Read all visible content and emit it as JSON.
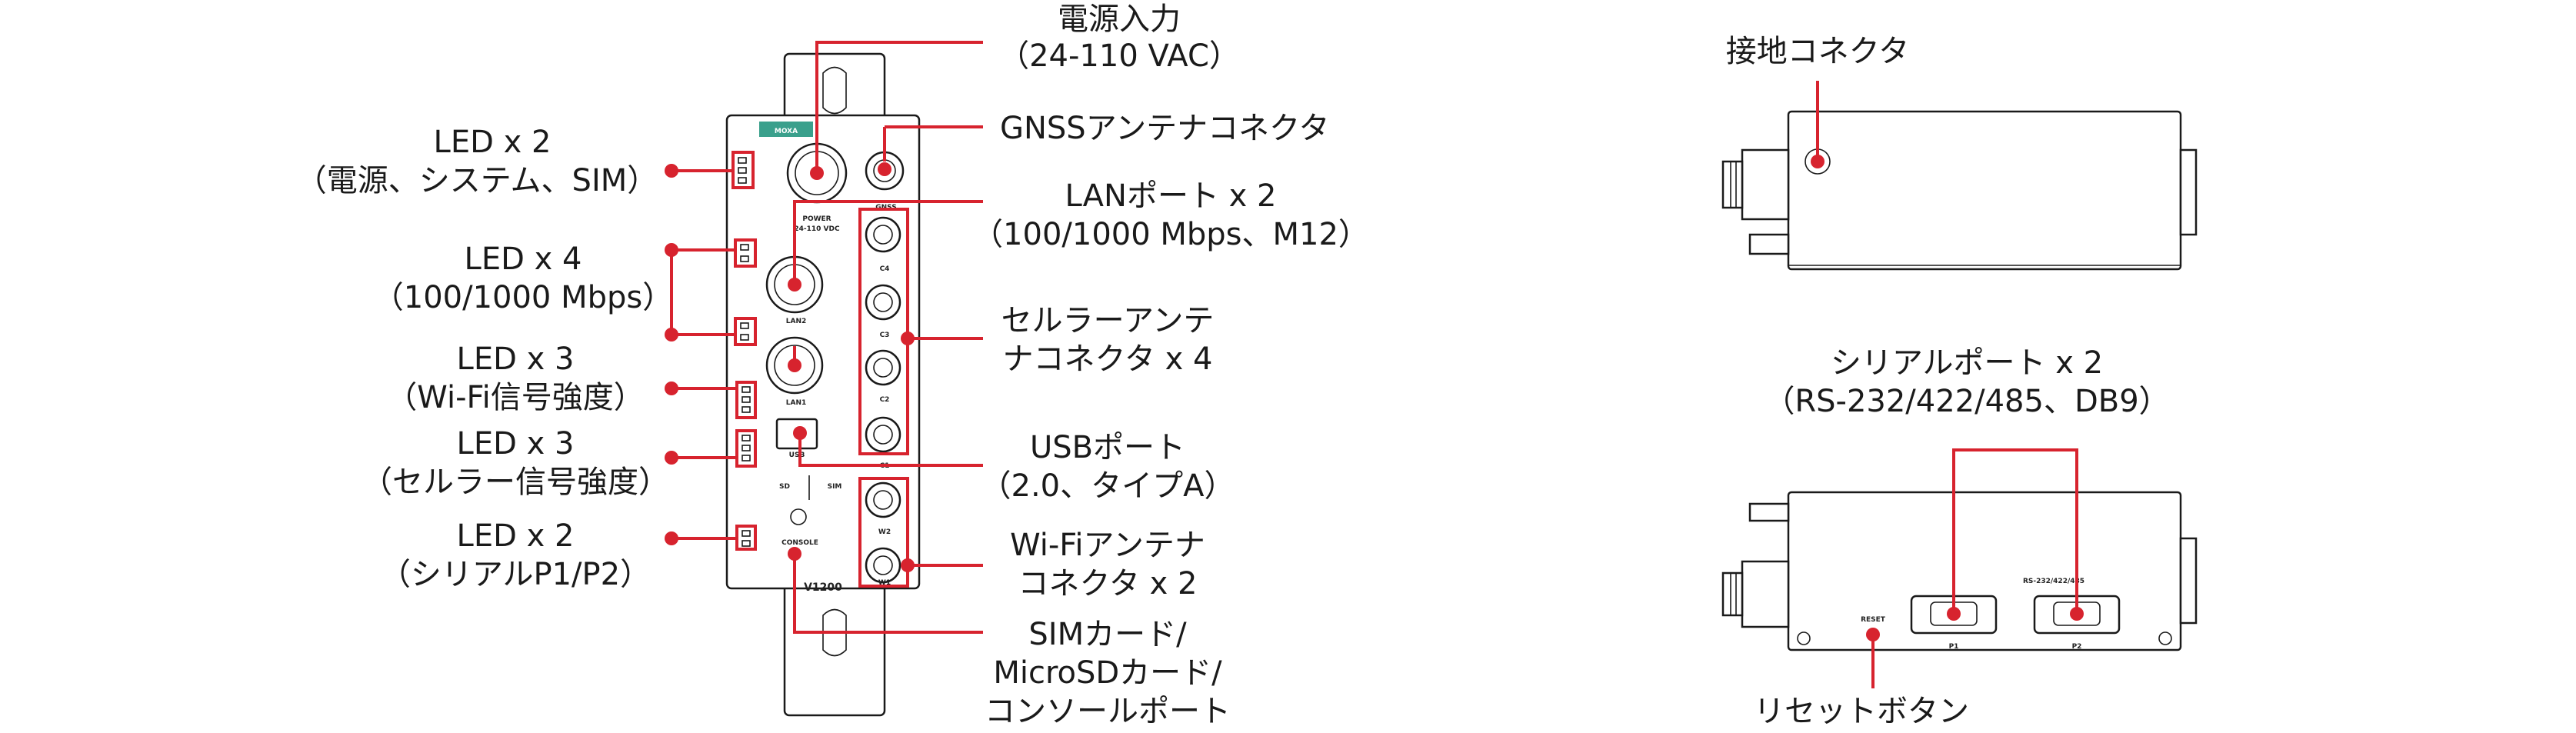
{
  "labels": {
    "power_input": [
      "電源入力",
      "（24-110 VAC）"
    ],
    "gnss_connector": "GNSSアンテナコネクタ",
    "lan_ports": [
      "LANポート x 2",
      "（100/1000 Mbps、M12）"
    ],
    "cellular_connectors": [
      "セルラーアンテ",
      "ナコネクタ x 4"
    ],
    "usb_port": [
      "USBポート",
      "（2.0、タイプA）"
    ],
    "wifi_connectors": [
      "Wi-Fiアンテナ",
      "コネクタ x 2"
    ],
    "sim_sd_console": [
      "SIMカード/",
      "MicroSDカード/",
      "コンソールポート"
    ],
    "led_power_sys_sim": [
      "LED x 2",
      "（電源、システム、SIM）"
    ],
    "led_lan": [
      "LED x 4",
      "（100/1000 Mbps）"
    ],
    "led_wifi": [
      "LED x 3",
      "（Wi-Fi信号強度）"
    ],
    "led_cell": [
      "LED x 3",
      "（セルラー信号強度）"
    ],
    "led_serial": [
      "LED x 2",
      "（シリアルP1/P2）"
    ],
    "ground_connector": "接地コネクタ",
    "serial_ports": [
      "シリアルポート x 2",
      "（RS-232/422/485、DB9）"
    ],
    "reset_button": "リセットボタン"
  },
  "device_markings": {
    "brand": "MOXA",
    "model": "V1200",
    "power": "POWER",
    "power_rating": "24-110 VDC",
    "lan2": "LAN2",
    "lan1": "LAN1",
    "gnss": "GNSS",
    "usb": "USB",
    "sim": "SIM",
    "sd": "SD",
    "console": "CONSOLE",
    "c4": "C4",
    "c3": "C3",
    "c2": "C2",
    "c1": "C1",
    "w2": "W2",
    "w1": "W1",
    "serial_header": "RS-232/422/485",
    "p1": "P1",
    "p2": "P2",
    "reset": "RESET"
  },
  "colors": {
    "callout": "#d7232e",
    "outline": "#1a1a1a",
    "brand_green": "#3aa08c"
  }
}
